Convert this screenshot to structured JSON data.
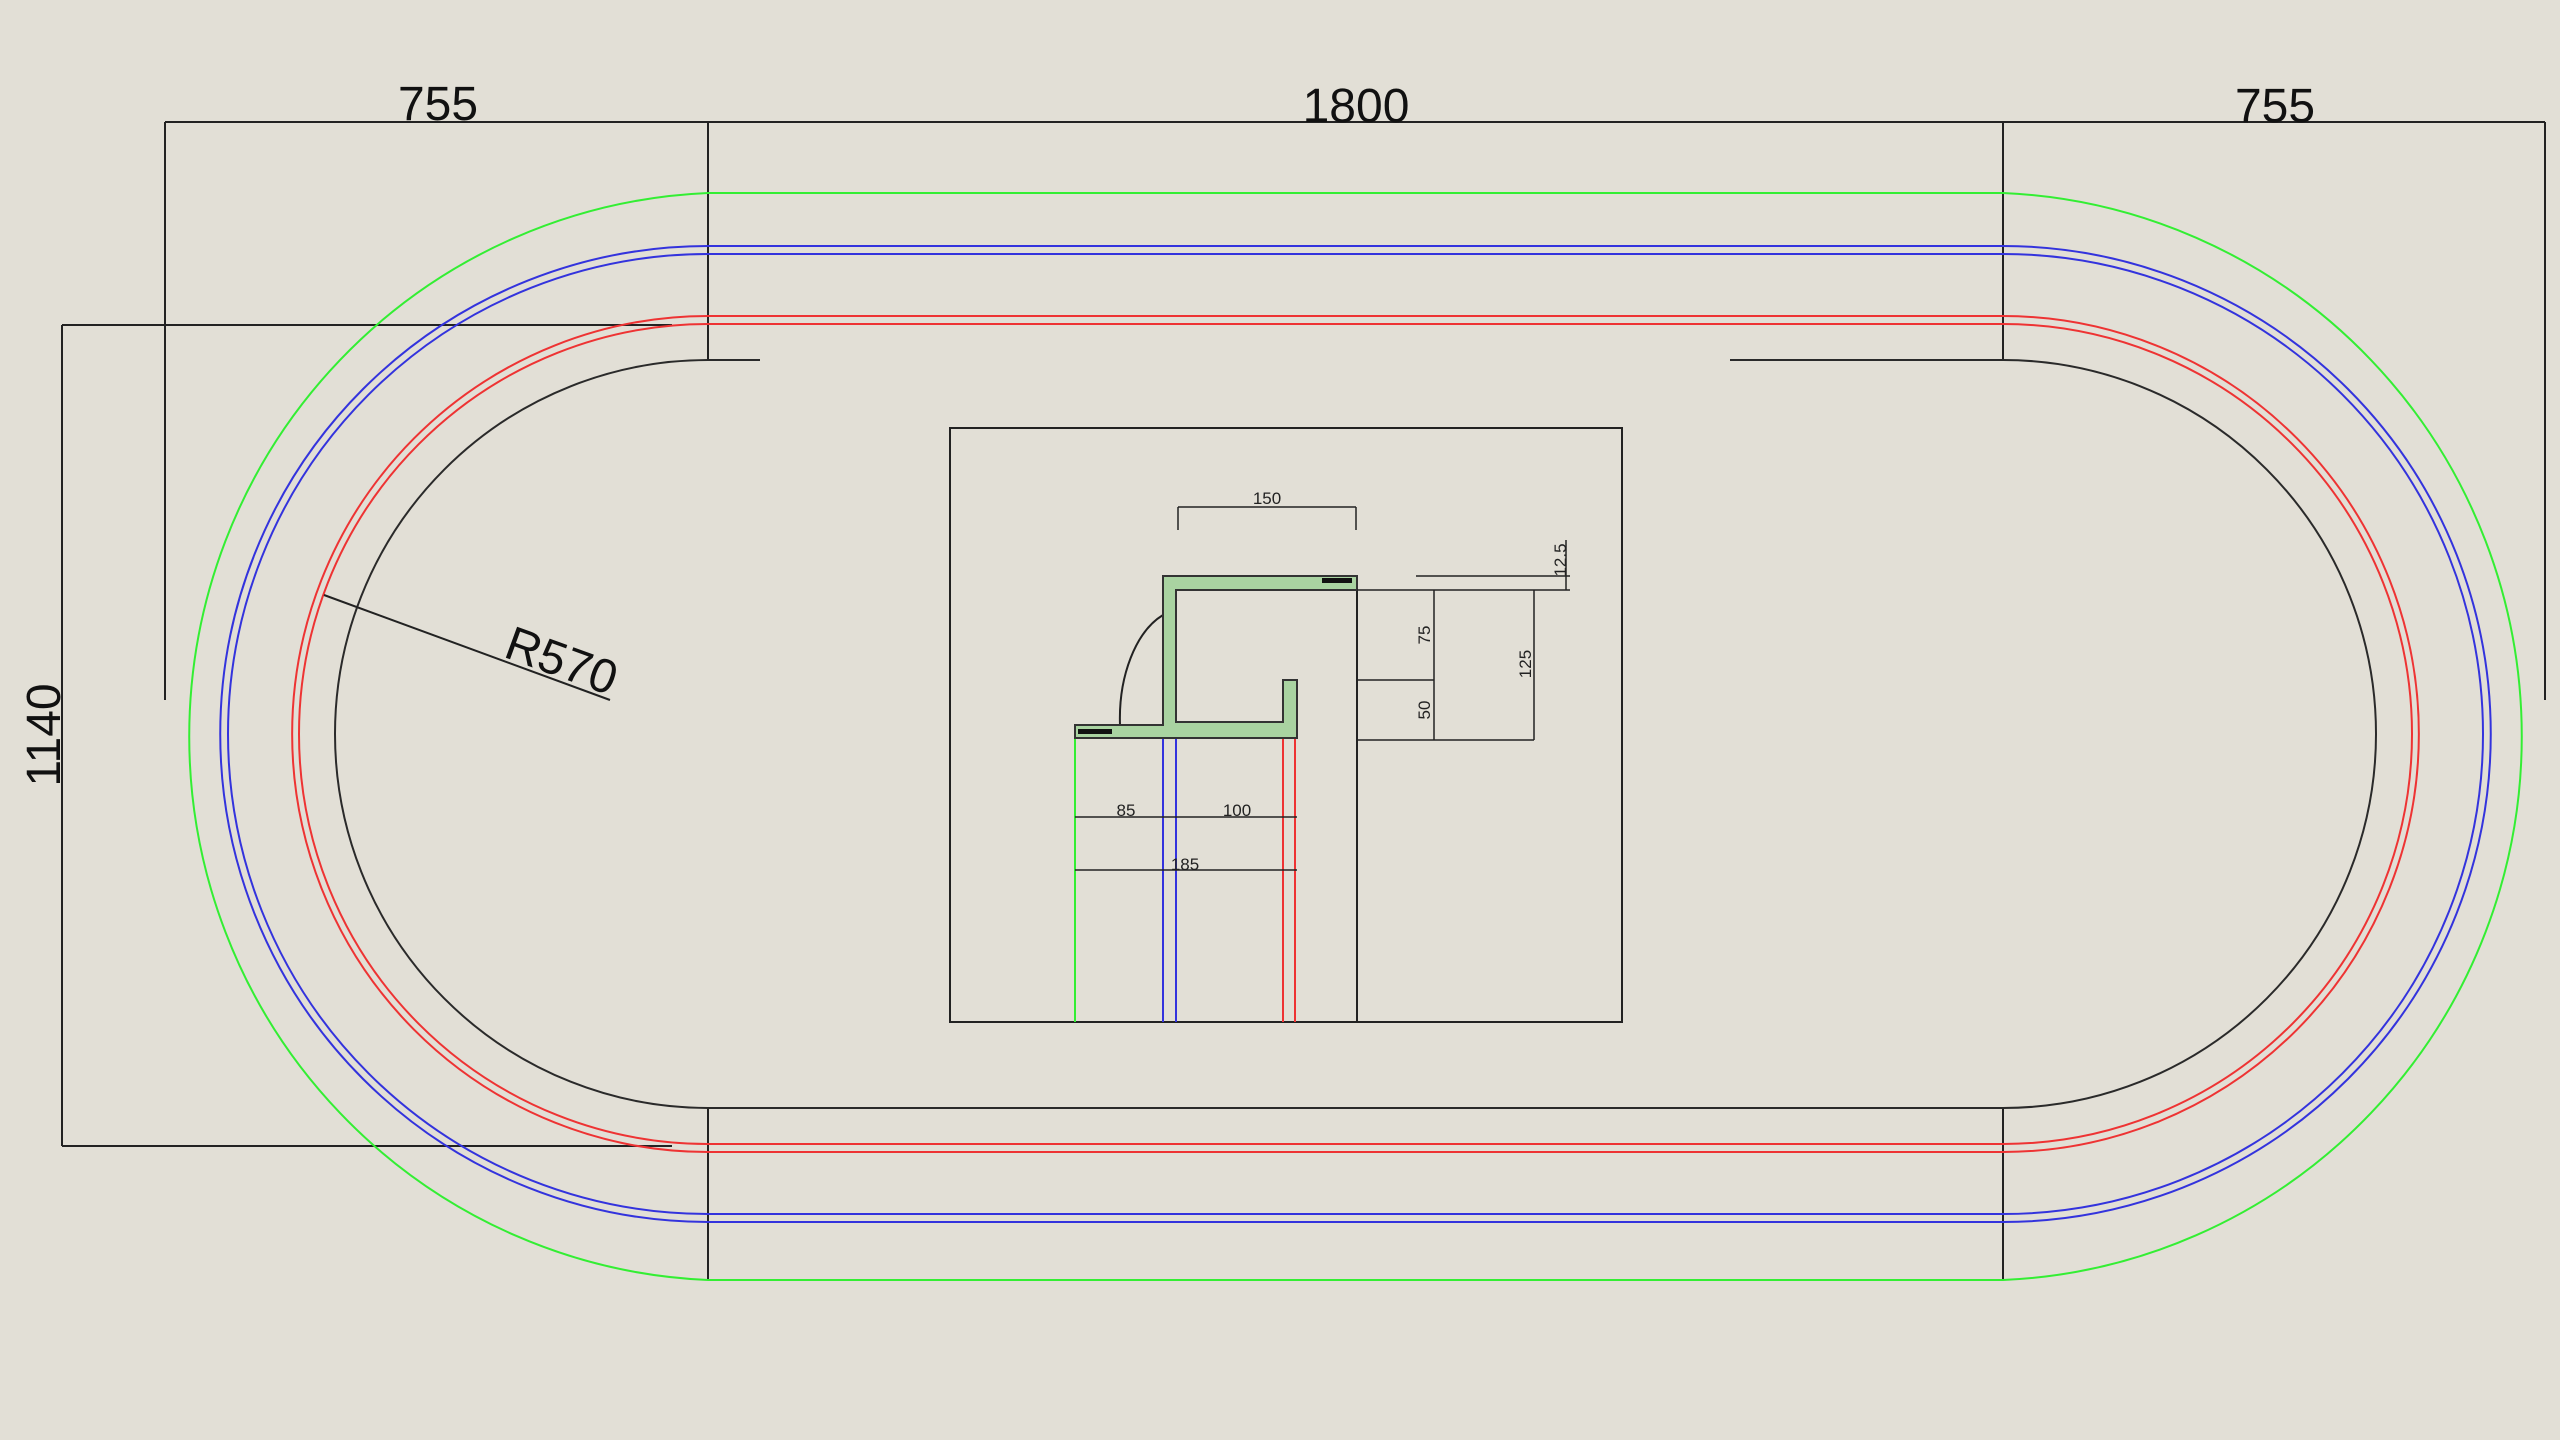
{
  "drawing": {
    "background": "#e2dfd6",
    "line_color": "#222222",
    "track_colors": {
      "outer": "#33ee33",
      "middle": "#3333dd",
      "inner": "#ee3333"
    },
    "profile_fill": "#a9d3a1"
  },
  "dimensions": {
    "left_width": "755",
    "center_width": "1800",
    "right_width": "755",
    "height": "1140",
    "radius": "R570"
  },
  "detail": {
    "top_width": "150",
    "thickness": "12.5",
    "upper_height": "75",
    "lower_height": "50",
    "total_height": "125",
    "span_a": "85",
    "span_b": "100",
    "span_total": "185"
  }
}
